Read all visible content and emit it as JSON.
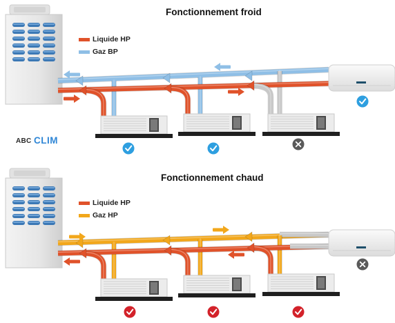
{
  "brand": {
    "logo_prefix": "ABC",
    "logo_suffix": "CLIM",
    "prefix_color": "#2a2a2a",
    "suffix_color": "#2f86d6"
  },
  "colors": {
    "liquid_hp": "#e0522a",
    "gas_bp": "#8fbfe6",
    "gas_hp": "#f2a71b",
    "inactive_pipe": "#c8c8c8",
    "check_blue": "#2e9fe0",
    "check_red": "#d3222a",
    "off_grey": "#5a5a5a"
  },
  "sections": [
    {
      "title": "Fonctionnement froid",
      "legend": [
        {
          "label": "Liquide HP",
          "color_key": "liquid_hp"
        },
        {
          "label": "Gaz BP",
          "color_key": "gas_bp"
        }
      ],
      "units": [
        {
          "name": "cassette-1",
          "state": "on"
        },
        {
          "name": "cassette-2",
          "state": "on"
        },
        {
          "name": "cassette-3",
          "state": "off"
        },
        {
          "name": "wall-unit",
          "state": "on"
        }
      ]
    },
    {
      "title": "Fonctionnement chaud",
      "legend": [
        {
          "label": "Liquide HP",
          "color_key": "liquid_hp"
        },
        {
          "label": "Gaz HP",
          "color_key": "gas_hp"
        }
      ],
      "units": [
        {
          "name": "cassette-1",
          "state": "on"
        },
        {
          "name": "cassette-2",
          "state": "on"
        },
        {
          "name": "cassette-3",
          "state": "on"
        },
        {
          "name": "wall-unit",
          "state": "off"
        }
      ]
    }
  ]
}
